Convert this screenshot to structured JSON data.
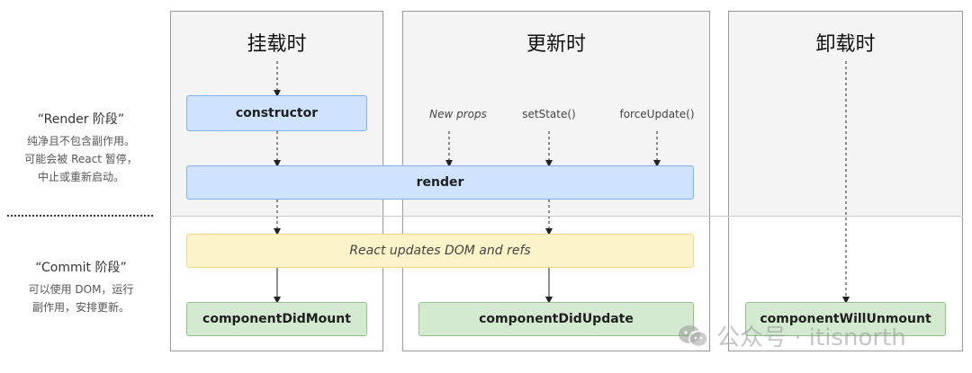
{
  "phases": {
    "render": {
      "title": "“Render 阶段”",
      "desc_line1": "纯净且不包含副作用。",
      "desc_line2": "可能会被 React 暂停，",
      "desc_line3": "中止或重新启动。"
    },
    "commit": {
      "title": "“Commit 阶段”",
      "desc_line1": "可以使用 DOM，运行",
      "desc_line2": "副作用，安排更新。"
    }
  },
  "columns": {
    "mount": {
      "title": "挂载时"
    },
    "update": {
      "title": "更新时"
    },
    "unmount": {
      "title": "卸载时"
    }
  },
  "triggers": {
    "new_props": "New props",
    "set_state": "setState()",
    "force_update": "forceUpdate()"
  },
  "methods": {
    "constructor": "constructor",
    "render": "render",
    "react_updates": "React updates DOM and refs",
    "did_mount": "componentDidMount",
    "did_update": "componentDidUpdate",
    "will_unmount": "componentWillUnmount"
  },
  "watermark": {
    "text": "公众号 · itisnorth"
  },
  "colors": {
    "render_box": "#cfe2ff",
    "commit_box": "#d3ead0",
    "dom_box": "#fdf3c9"
  }
}
